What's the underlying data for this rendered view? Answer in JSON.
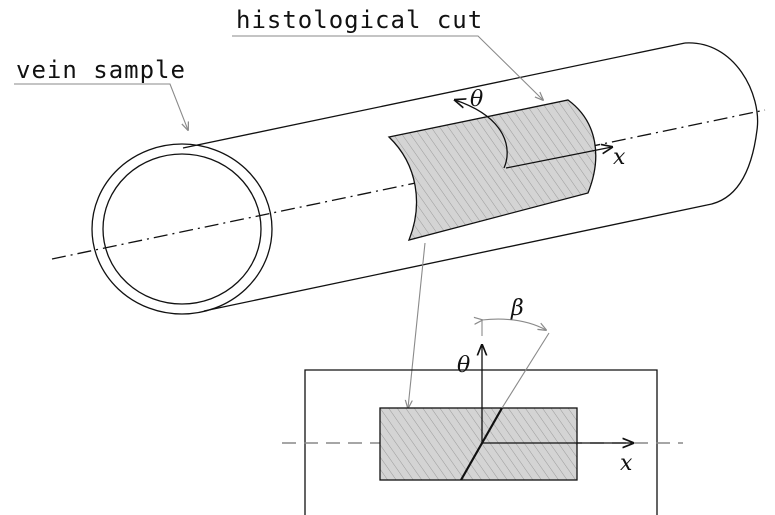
{
  "labels": {
    "vein_sample": "vein sample",
    "histological_cut": "histological cut",
    "theta_top": "θ",
    "x_top": "x",
    "beta": "β",
    "theta_bottom": "θ",
    "x_bottom": "x"
  },
  "colors": {
    "line": "#111111",
    "hatch_fill": "#d4d4d4",
    "leader": "#8a8a8a"
  }
}
